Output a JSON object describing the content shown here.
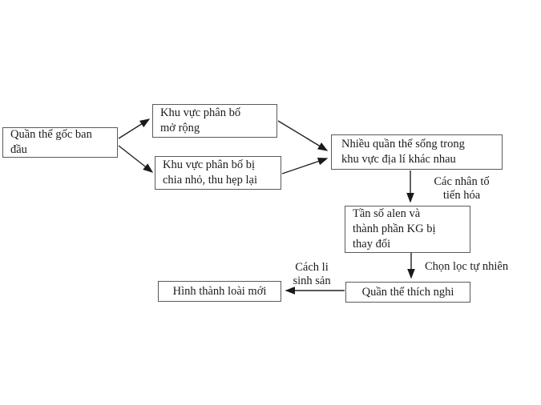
{
  "colors": {
    "background": "#ffffff",
    "box_border": "#5a5a5a",
    "text": "#1c1c1c",
    "arrow": "#1a1a1a"
  },
  "diagram": {
    "nodes": [
      {
        "id": "original-population",
        "lines": [
          "Quần thể gốc ban",
          "đầu"
        ]
      },
      {
        "id": "expanded-area",
        "lines": [
          "Khu vực phân bố",
          "mở rộng"
        ]
      },
      {
        "id": "divided-area",
        "lines": [
          "Khu vực phân bố bị",
          "chia nhỏ, thu hẹp lại"
        ]
      },
      {
        "id": "many-populations",
        "lines": [
          "Nhiều quần thể sống trong",
          "khu vực địa lí khác nhau"
        ]
      },
      {
        "id": "allele-frequency-changed",
        "lines": [
          "Tần số alen và",
          "thành phần KG bị",
          "thay đổi"
        ]
      },
      {
        "id": "adapted-population",
        "lines": [
          "Quần thể thích nghi"
        ]
      },
      {
        "id": "new-species",
        "lines": [
          "Hình thành loài mới"
        ]
      }
    ],
    "edge_labels": [
      {
        "id": "evolutionary-factors",
        "lines": [
          "Các nhân tố",
          "tiến hóa"
        ]
      },
      {
        "id": "natural-selection",
        "lines": [
          "Chọn lọc tự nhiên"
        ]
      },
      {
        "id": "reproductive-isolation",
        "lines": [
          "Cách li",
          "sinh sản"
        ]
      }
    ]
  }
}
